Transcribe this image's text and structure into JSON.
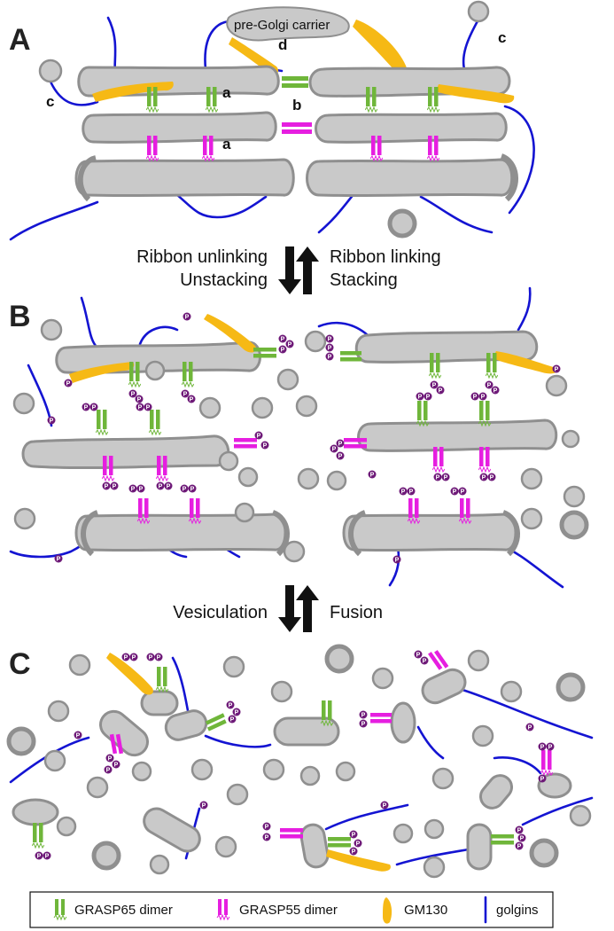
{
  "panels": {
    "a": "A",
    "b": "B",
    "c": "C"
  },
  "panel_a_labels": {
    "carrier": "pre-Golgi carrier",
    "a_top": "a",
    "a_bottom": "a",
    "b": "b",
    "c_left": "c",
    "c_right": "c",
    "d": "d"
  },
  "transitions": {
    "first": {
      "left_line1": "Ribbon unlinking",
      "left_line2": "Unstacking",
      "right_line1": "Ribbon linking",
      "right_line2": "Stacking"
    },
    "second": {
      "left": "Vesiculation",
      "right": "Fusion"
    }
  },
  "phospho_letter": "P",
  "legend": {
    "items": [
      {
        "label": "GRASP65 dimer",
        "icon": "grasp65-dimer-icon",
        "color": "#6fb63a"
      },
      {
        "label": "GRASP55 dimer",
        "icon": "grasp55-dimer-icon",
        "color": "#e61ee0"
      },
      {
        "label": "GM130",
        "icon": "gm130-icon",
        "color": "#f6b915"
      },
      {
        "label": "golgins",
        "icon": "golgin-line-icon",
        "color": "#1414d2"
      }
    ]
  },
  "colors": {
    "cisterna_fill": "#c9c9c9",
    "cisterna_outline": "#8f8f8f",
    "grasp65": "#6fb63a",
    "grasp55": "#e61ee0",
    "gm130": "#f6b915",
    "golgin": "#1414d2",
    "phospho": "#6e1a78"
  }
}
